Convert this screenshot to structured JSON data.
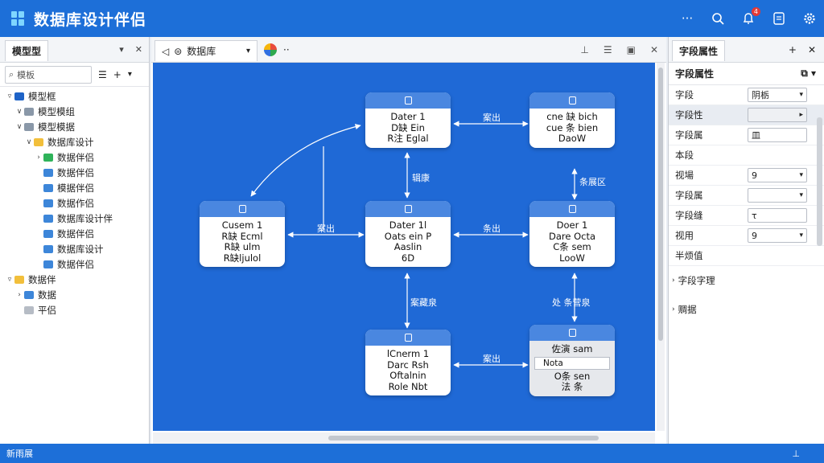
{
  "app": {
    "title": "数据库设计伴侣"
  },
  "titlebar": {
    "notification_count": "4"
  },
  "left_panel": {
    "tab_label": "模型型",
    "search_placeholder": "模板",
    "tree": [
      {
        "label": "模型框",
        "indent": 0,
        "twisty": "▿",
        "icon": "model"
      },
      {
        "label": "模型模组",
        "indent": 1,
        "twisty": "∨",
        "icon": "doc"
      },
      {
        "label": "模型模据",
        "indent": 1,
        "twisty": "∨",
        "icon": "doc"
      },
      {
        "label": "数据库设计",
        "indent": 2,
        "twisty": "∨",
        "icon": "folder"
      },
      {
        "label": "数据伴侣",
        "indent": 3,
        "twisty": "›",
        "icon": "green"
      },
      {
        "label": "数据伴侣",
        "indent": 3,
        "twisty": "",
        "icon": "table"
      },
      {
        "label": "模据伴侣",
        "indent": 3,
        "twisty": "",
        "icon": "table"
      },
      {
        "label": "数据作侣",
        "indent": 3,
        "twisty": "",
        "icon": "table"
      },
      {
        "label": "数据库设计伴",
        "indent": 3,
        "twisty": "",
        "icon": "table"
      },
      {
        "label": "数据伴侣",
        "indent": 3,
        "twisty": "",
        "icon": "table"
      },
      {
        "label": "数据库设计",
        "indent": 3,
        "twisty": "",
        "icon": "table"
      },
      {
        "label": "数据伴侣",
        "indent": 3,
        "twisty": "",
        "icon": "table"
      },
      {
        "label": "数据伴",
        "indent": 0,
        "twisty": "▿",
        "icon": "folder"
      },
      {
        "label": "数据",
        "indent": 1,
        "twisty": "›",
        "icon": "table"
      },
      {
        "label": "平侣",
        "indent": 1,
        "twisty": "",
        "icon": "gray"
      }
    ]
  },
  "editor": {
    "tab_label": "数据库",
    "entities": [
      {
        "id": "e1",
        "lines": [
          "Dater 1",
          "D缺 Ein",
          "R注 Eglal"
        ]
      },
      {
        "id": "e2",
        "lines": [
          "cne 缺 bich",
          "cue 条 bien",
          "DaoW"
        ]
      },
      {
        "id": "e3",
        "lines": [
          "Cusem 1",
          "R缺 Ecml",
          "R缺 ulm",
          "R缺ljulol"
        ]
      },
      {
        "id": "e4",
        "lines": [
          "Dater 1l",
          "Oats ein P",
          "Aaslin",
          "6D"
        ]
      },
      {
        "id": "e5",
        "lines": [
          "Doer 1",
          "Dare Octa",
          "C条 sem",
          "LooW"
        ]
      },
      {
        "id": "e6",
        "lines": [
          "lCnerm 1",
          "Darc Rsh",
          "Oftalnin",
          "Role Nbt"
        ]
      },
      {
        "id": "e7",
        "lines": [
          "佐演 sam",
          "Nota",
          "O条 sen",
          "法 条"
        ]
      }
    ],
    "edge_labels": [
      {
        "id": "l1",
        "text": "案出"
      },
      {
        "id": "l2",
        "text": "辑康"
      },
      {
        "id": "l3",
        "text": "案出"
      },
      {
        "id": "l4",
        "text": "条出"
      },
      {
        "id": "l5",
        "text": "案出"
      },
      {
        "id": "l6",
        "text": "条展区"
      },
      {
        "id": "l7",
        "text": "案藏泉"
      },
      {
        "id": "l8",
        "text": "处 条营泉"
      },
      {
        "id": "l9",
        "text": "案出"
      }
    ]
  },
  "right_panel": {
    "tab_label": "字段属性",
    "sub_title": "字段属性",
    "rows": [
      {
        "label": "字段",
        "value": "阴栃",
        "kind": "select"
      },
      {
        "label": "字段性",
        "value": "",
        "kind": "arrow"
      },
      {
        "label": "字段属",
        "value": "皿",
        "kind": "text"
      },
      {
        "label": "本段",
        "value": "",
        "kind": "none"
      },
      {
        "label": "视場",
        "value": "9",
        "kind": "select"
      },
      {
        "label": "字段属",
        "value": "",
        "kind": "select"
      },
      {
        "label": "字段缝",
        "value": "τ",
        "kind": "text"
      },
      {
        "label": "视用",
        "value": "9",
        "kind": "select"
      },
      {
        "label": "半烦值",
        "value": "",
        "kind": "none"
      }
    ],
    "sections": [
      "字段字理",
      "赒据"
    ]
  },
  "statusbar": {
    "text": "新雨展"
  }
}
